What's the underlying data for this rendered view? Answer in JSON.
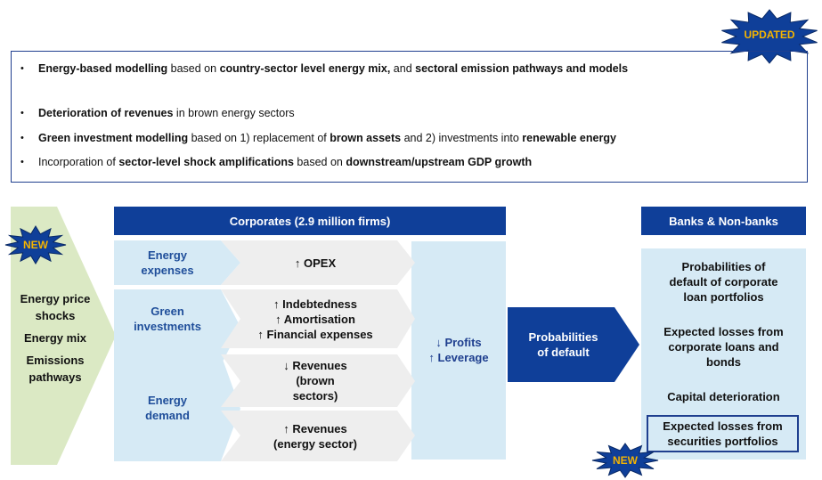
{
  "badges": {
    "updated": "UPDATED",
    "new_top": "NEW",
    "new_bottom": "NEW"
  },
  "bullets": [
    {
      "parts": [
        {
          "t": "Energy-based modelling",
          "b": true
        },
        {
          "t": " based on ",
          "b": false
        },
        {
          "t": "country-sector level energy mix,",
          "b": true
        },
        {
          "t": " and ",
          "b": false
        },
        {
          "t": "sectoral emission pathways and models",
          "b": true
        }
      ]
    },
    {
      "parts": [
        {
          "t": "Deterioration of revenues",
          "b": true
        },
        {
          "t": " in brown energy sectors",
          "b": false
        }
      ]
    },
    {
      "parts": [
        {
          "t": "Green investment modelling",
          "b": true
        },
        {
          "t": " based on 1) replacement of ",
          "b": false
        },
        {
          "t": "brown assets",
          "b": true
        },
        {
          "t": " and 2) investments into ",
          "b": false
        },
        {
          "t": "renewable energy",
          "b": true
        }
      ]
    },
    {
      "parts": [
        {
          "t": "Incorporation of ",
          "b": false
        },
        {
          "t": "sector-level shock amplifications",
          "b": true
        },
        {
          "t": " based on ",
          "b": false
        },
        {
          "t": "downstream/upstream GDP growth",
          "b": true
        }
      ]
    }
  ],
  "inputs": {
    "l1": "Energy price",
    "l2": "shocks",
    "l3": "Energy mix",
    "l4": "Emissions",
    "l5": "pathways"
  },
  "corporates": {
    "header": "Corporates (2.9 million firms)",
    "energy_expenses": {
      "l1": "Energy",
      "l2": "expenses"
    },
    "green_investments": {
      "l1": "Green",
      "l2": "investments"
    },
    "energy_demand": {
      "l1": "Energy",
      "l2": "demand"
    },
    "opex": "↑ OPEX",
    "indebtedness": "↑ Indebtedness",
    "amortisation": "↑ Amortisation",
    "financial_expenses": "↑ Financial expenses",
    "revenues_brown": {
      "l1": "↓ Revenues",
      "l2": "(brown",
      "l3": "sectors)"
    },
    "revenues_energy": {
      "l1": "↑ Revenues",
      "l2": "(energy sector)"
    },
    "profits": "↓ Profits",
    "leverage": "↑ Leverage"
  },
  "pd": {
    "l1": "Probabilities",
    "l2": "of default"
  },
  "banks": {
    "header": "Banks & Non-banks",
    "item1": {
      "l1": "Probabilities of",
      "l2": "default of corporate",
      "l3": "loan portfolios"
    },
    "item2": {
      "l1": "Expected losses from",
      "l2": "corporate loans and",
      "l3": "bonds"
    },
    "item3": "Capital deterioration",
    "item4": {
      "l1": "Expected losses from",
      "l2": "securities portfolios"
    }
  }
}
